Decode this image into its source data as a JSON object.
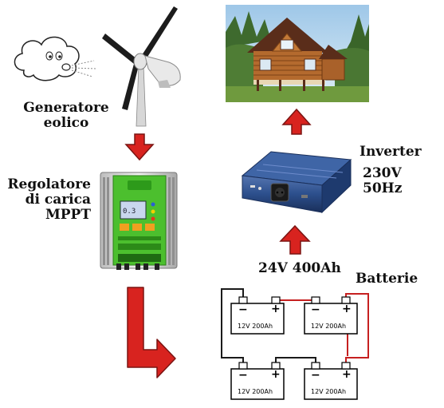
{
  "labels": {
    "wind_generator": [
      "Generatore",
      "eolico"
    ],
    "charge_regulator": [
      "Regolatore",
      "di carica",
      "MPPT"
    ],
    "inverter_title": "Inverter",
    "inverter_spec": [
      "230V",
      "50Hz"
    ],
    "battery_bank_spec": "24V 400Ah",
    "batteries_title": "Batterie"
  },
  "batteries": [
    {
      "label": "12V 200Ah",
      "neg": "−",
      "pos": "+"
    },
    {
      "label": "12V 200Ah",
      "neg": "−",
      "pos": "+"
    },
    {
      "label": "12V 200Ah",
      "neg": "−",
      "pos": "+"
    },
    {
      "label": "12V 200Ah",
      "neg": "−",
      "pos": "+"
    }
  ],
  "colors": {
    "arrow_red": "#d8231f",
    "arrow_dark": "#7a1412",
    "wire_black": "#1a1a1a",
    "wire_red": "#c62020",
    "regulator_green": "#4cbf2e",
    "inverter_blue": "#2c4f8c"
  },
  "icons": [
    "wind-cloud-icon",
    "wind-turbine-icon",
    "mppt-regulator-icon",
    "inverter-icon",
    "log-house-icon"
  ]
}
